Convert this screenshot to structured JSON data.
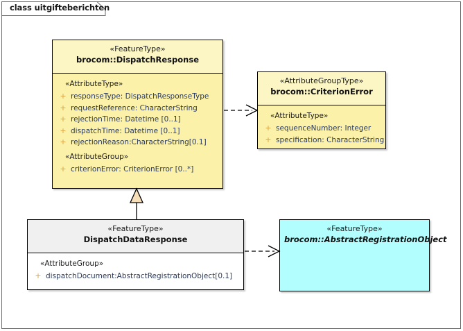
{
  "diagram": {
    "frame_title": "class uitgifteberichten",
    "background": "#ffffff",
    "frame_border_color": "#6b6b6b"
  },
  "colors": {
    "yellow_header": "#fbf6c4",
    "yellow_body": "#fbf1a8",
    "grey_header": "#f0f0f0",
    "white_body": "#ffffff",
    "cyan_fill": "#b2feff",
    "border": "#000000",
    "visibility_plus": "#d9a441",
    "attribute_text": "#2b3a5c",
    "generalization_fill": "#f6dfb8"
  },
  "classes": {
    "dispatch_response": {
      "stereotype": "«FeatureType»",
      "name": "brocom::DispatchResponse",
      "compartments": [
        {
          "group_label": "«AttributeType»",
          "attributes": [
            {
              "visibility": "+",
              "text": "responseType: DispatchResponseType"
            },
            {
              "visibility": "+",
              "text": "requestReference: CharacterString"
            },
            {
              "visibility": "+",
              "text": "rejectionTime: Datetime [0..1]"
            },
            {
              "visibility": "+",
              "text": "dispatchTime: Datetime [0..1]"
            },
            {
              "visibility": "+",
              "text": "rejectionReason:CharacterString[0.1]"
            }
          ]
        },
        {
          "group_label": "«AttributeGroup»",
          "attributes": [
            {
              "visibility": "+",
              "text": "criterionError: CriterionError [0..*]"
            }
          ]
        }
      ]
    },
    "criterion_error": {
      "stereotype": "«AttributeGroupType»",
      "name": "brocom::CriterionError",
      "compartments": [
        {
          "group_label": "«AttributeType»",
          "attributes": [
            {
              "visibility": "+",
              "text": "sequenceNumber: Integer"
            },
            {
              "visibility": "+",
              "text": "specification: CharacterString"
            }
          ]
        }
      ]
    },
    "dispatch_data_response": {
      "stereotype": "«FeatureType»",
      "name": "DispatchDataResponse",
      "compartments": [
        {
          "group_label": "«AttributeGroup»",
          "attributes": [
            {
              "visibility": "+",
              "text": "dispatchDocument:AbstractRegistrationObject[0.1]"
            }
          ]
        }
      ]
    },
    "abstract_registration_object": {
      "stereotype": "«FeatureType»",
      "name": "brocom::AbstractRegistrationObject",
      "compartments": []
    }
  },
  "connectors": [
    {
      "id": "dependency-dispatchresponse-criterionerror",
      "type": "dependency",
      "style": "dashed",
      "arrowhead": "open",
      "from": "dispatch_response",
      "to": "criterion_error"
    },
    {
      "id": "generalization-dispatchdataresponse-dispatchresponse",
      "type": "generalization",
      "style": "solid",
      "arrowhead": "hollow-triangle",
      "from": "dispatch_data_response",
      "to": "dispatch_response"
    },
    {
      "id": "dependency-dispatchdataresponse-abstractregistrationobject",
      "type": "dependency",
      "style": "dashed",
      "arrowhead": "open",
      "from": "dispatch_data_response",
      "to": "abstract_registration_object"
    }
  ]
}
